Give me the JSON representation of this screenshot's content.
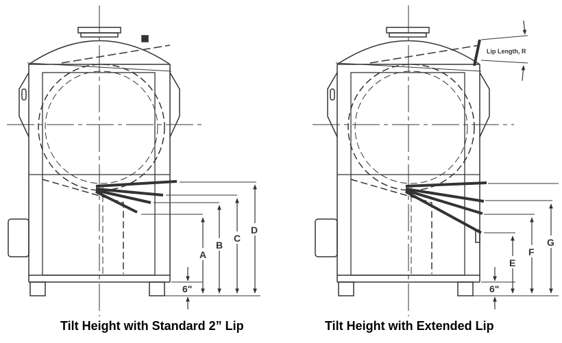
{
  "left": {
    "caption": "Tilt Height with Standard 2” Lip",
    "labels": {
      "a": "A",
      "b": "B",
      "c": "C",
      "d": "D",
      "base": "6\""
    }
  },
  "right": {
    "caption": "Tilt Height with Extended Lip",
    "labels": {
      "e": "E",
      "f": "F",
      "g": "G",
      "base": "6\"",
      "lip": "Lip Length, R"
    }
  },
  "colors": {
    "line": "#333333",
    "bg": "#ffffff",
    "text": "#000000"
  }
}
